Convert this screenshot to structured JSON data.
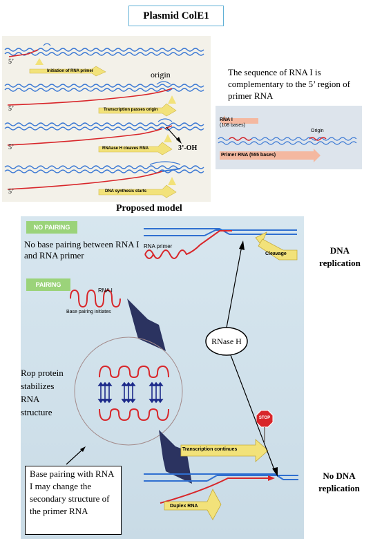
{
  "title": "Plasmid ColE1",
  "panel": {
    "five_prime_labels": [
      "5’",
      "5’",
      "5’",
      "5’"
    ],
    "step_labels": [
      "Initiation of RNA primer",
      "Transcription passes origin",
      "RNAase H cleaves RNA",
      "DNA synthesis starts"
    ],
    "origin_label": "origin",
    "oh_label": "3’-OH"
  },
  "inset": {
    "rna1_line1": "RNA I",
    "rna1_line2": "(108 bases)",
    "origin_label": "Origin",
    "primer_label": "Primer RNA (555 bases)"
  },
  "note": "The sequence of RNA I is complementary to the 5’ region of primer RNA",
  "proposed_model": "Proposed model",
  "model": {
    "no_pairing_tag": "NO PAIRING",
    "no_pairing_text": "No base pairing between RNA I and RNA primer",
    "rna_primer_label": "RNA primer",
    "cleavage_label": "Cleavage",
    "pairing_tag": "PAIRING",
    "rna1_label": "RNA I",
    "base_pairing_initiates": "Base pairing initiates",
    "rop_text": [
      "Rop protein",
      "stabilizes",
      "RNA",
      "structure"
    ],
    "rnase_h": "RNase H",
    "stop_sign": "STOP",
    "transcription_continues": "Transcription continues",
    "base_pairing_box": "Base pairing with RNA I may change the secondary structure of the primer RNA",
    "duplex_rna": "Duplex RNA"
  },
  "outcomes": {
    "dna_replication": "DNA replication",
    "no_dna_replication": "No DNA replication"
  },
  "colors": {
    "dna_blue": "#2f6fd0",
    "rna_red": "#d8262a",
    "arrow_yellow": "#f2e27a",
    "tag_green": "#9bd37a",
    "navy_arrow": "#2b3360"
  }
}
